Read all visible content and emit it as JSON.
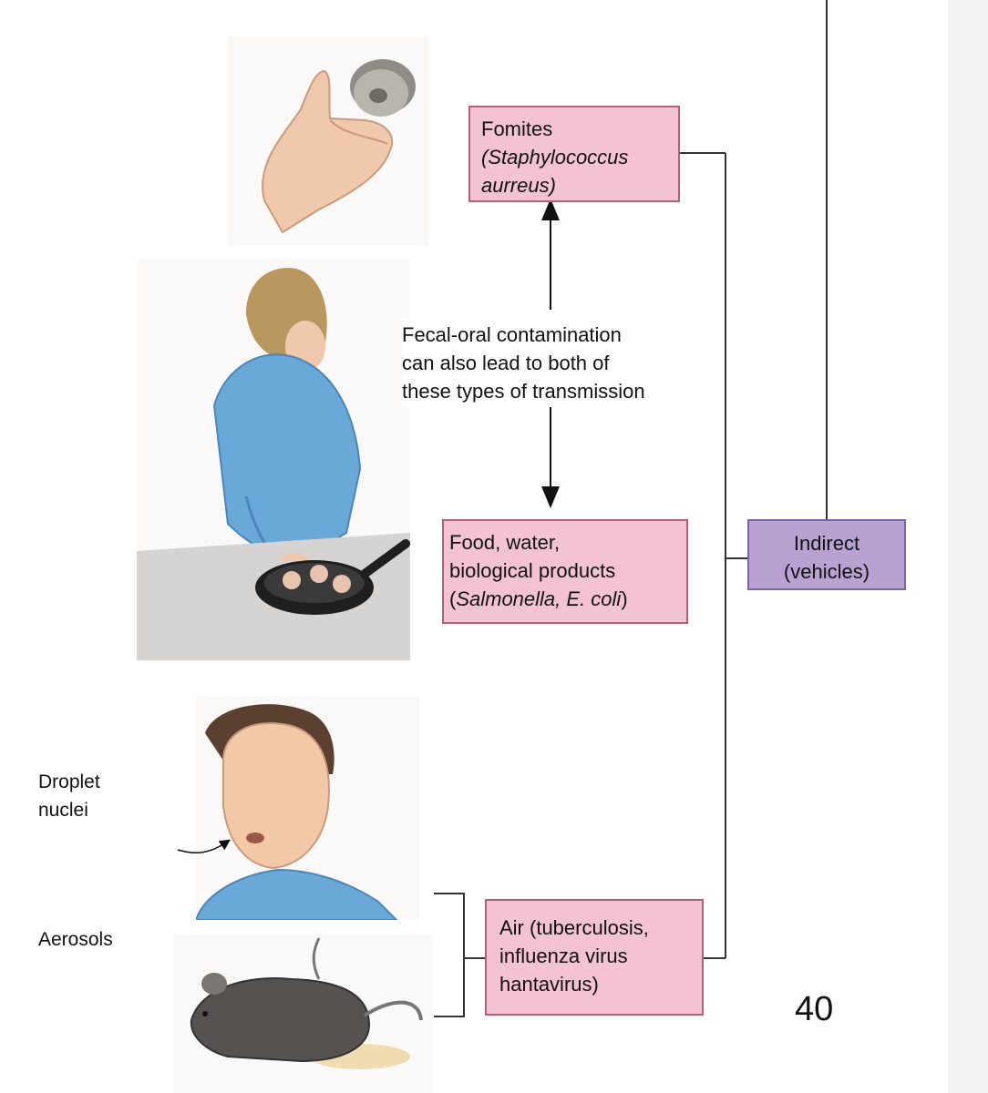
{
  "fomites": {
    "line1": "Fomites",
    "line2": "(Staphylococcus",
    "line3": "aurreus)"
  },
  "food": {
    "line1": "Food, water,",
    "line2": "biological products",
    "line3_prefix": "(",
    "line3_italic": "Salmonella, E. coli",
    "line3_suffix": ")"
  },
  "note": {
    "line1": "Fecal-oral contamination",
    "line2": "can also lead to both of",
    "line3": "these types of  transmission"
  },
  "indirect": {
    "line1": "Indirect",
    "line2": "(vehicles)"
  },
  "air": {
    "line1": "Air (tuberculosis,",
    "line2": "influenza virus",
    "line3": "hantavirus)"
  },
  "labels": {
    "droplet1": "Droplet",
    "droplet2": "nuclei",
    "aerosols": "Aerosols"
  },
  "page_number": "40",
  "colors": {
    "box_fill": "#f4c3d3",
    "box_border": "#b0607a",
    "indirect_fill": "#b9a2d2",
    "indirect_border": "#7c64a2"
  },
  "illustrations": [
    "hand-holding-spool",
    "woman-cooking-at-pan",
    "man-coughing",
    "mouse"
  ]
}
